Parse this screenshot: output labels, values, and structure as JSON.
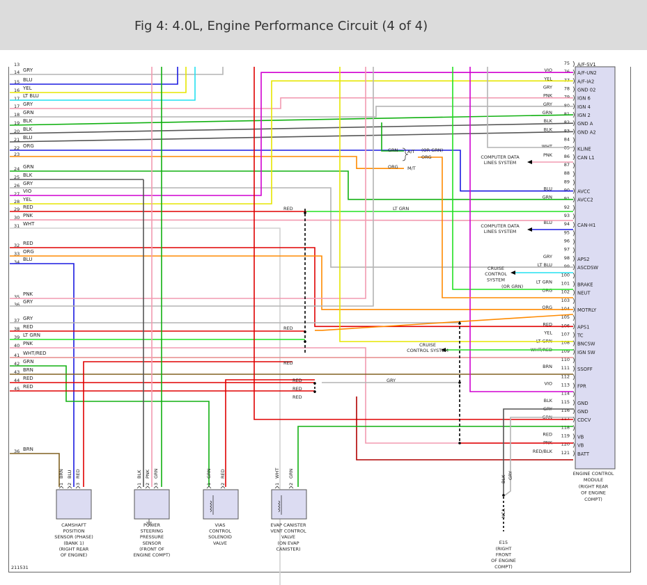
{
  "page_title": "Fig 4: 4.0L, Engine Performance Circuit (4 of 4)",
  "figure_id": "211531",
  "colors": {
    "RED": "#e00000",
    "BLU": "#1a1ae0",
    "YEL": "#e6e600",
    "LT BLU": "#22e0f0",
    "GRY": "#b4b4b4",
    "GRN": "#10b010",
    "LT GRN": "#20e020",
    "BLK": "#555555",
    "ORG": "#ff8a00",
    "PNK": "#f29ab0",
    "VIO": "#d000d0",
    "WHT": "#d2d2d2",
    "BRN": "#806020",
    "WHT/RED": "#e68a8a",
    "RED/BLK": "#b00000"
  },
  "left_wires": [
    {
      "pin": "13",
      "label": ""
    },
    {
      "pin": "14",
      "label": "GRY"
    },
    {
      "pin": "15",
      "label": "BLU"
    },
    {
      "pin": "16",
      "label": "YEL"
    },
    {
      "pin": "17",
      "label": "LT BLU"
    },
    {
      "pin": "17",
      "label": "GRY"
    },
    {
      "pin": "18",
      "label": "GRN"
    },
    {
      "pin": "19",
      "label": "BLK"
    },
    {
      "pin": "20",
      "label": "BLK"
    },
    {
      "pin": "21",
      "label": "BLU"
    },
    {
      "pin": "22",
      "label": "ORG"
    },
    {
      "pin": "23",
      "label": ""
    },
    {
      "pin": "24",
      "label": "GRN"
    },
    {
      "pin": "25",
      "label": "BLK"
    },
    {
      "pin": "26",
      "label": "GRY"
    },
    {
      "pin": "27",
      "label": "VIO"
    },
    {
      "pin": "28",
      "label": "YEL"
    },
    {
      "pin": "29",
      "label": "RED"
    },
    {
      "pin": "30",
      "label": "PNK"
    },
    {
      "pin": "31",
      "label": "WHT"
    },
    {
      "pin": "32",
      "label": "RED"
    },
    {
      "pin": "33",
      "label": "ORG"
    },
    {
      "pin": "34",
      "label": "BLU"
    },
    {
      "pin": "35",
      "label": "PNK"
    },
    {
      "pin": "36",
      "label": "GRY"
    },
    {
      "pin": "37",
      "label": "GRY"
    },
    {
      "pin": "38",
      "label": "RED"
    },
    {
      "pin": "39",
      "label": "LT GRN"
    },
    {
      "pin": "40",
      "label": "PNK"
    },
    {
      "pin": "41",
      "label": "WHT/RED"
    },
    {
      "pin": "42",
      "label": "GRN"
    },
    {
      "pin": "43",
      "label": "BRN"
    },
    {
      "pin": "44",
      "label": "RED"
    },
    {
      "pin": "45",
      "label": "RED"
    },
    {
      "pin": "36",
      "label": "BRN"
    }
  ],
  "ecm": {
    "pins": [
      {
        "num": "75",
        "color": "",
        "name": "A/F-SV1"
      },
      {
        "num": "76",
        "color": "VIO",
        "name": "A/F-UN2"
      },
      {
        "num": "77",
        "color": "YEL",
        "name": "A/F-IA2"
      },
      {
        "num": "78",
        "color": "GRY",
        "name": "GND 02"
      },
      {
        "num": "79",
        "color": "PNK",
        "name": "IGN 6"
      },
      {
        "num": "80",
        "color": "GRY",
        "name": "IGN 4"
      },
      {
        "num": "81",
        "color": "GRN",
        "name": "IGN 2"
      },
      {
        "num": "82",
        "color": "BLK",
        "name": "GND A"
      },
      {
        "num": "83",
        "color": "BLK",
        "name": "GND A2"
      },
      {
        "num": "84",
        "color": "",
        "name": ""
      },
      {
        "num": "85",
        "color": "WHT",
        "name": "KLINE"
      },
      {
        "num": "86",
        "color": "PNK",
        "name": "CAN L1"
      },
      {
        "num": "87",
        "color": "",
        "name": ""
      },
      {
        "num": "88",
        "color": "",
        "name": ""
      },
      {
        "num": "89",
        "color": "",
        "name": ""
      },
      {
        "num": "90",
        "color": "BLU",
        "name": "AVCC"
      },
      {
        "num": "91",
        "color": "GRN",
        "name": "AVCC2"
      },
      {
        "num": "92",
        "color": "",
        "name": ""
      },
      {
        "num": "93",
        "color": "",
        "name": ""
      },
      {
        "num": "94",
        "color": "BLU",
        "name": "CAN-H1"
      },
      {
        "num": "95",
        "color": "",
        "name": ""
      },
      {
        "num": "96",
        "color": "",
        "name": ""
      },
      {
        "num": "97",
        "color": "",
        "name": ""
      },
      {
        "num": "98",
        "color": "GRY",
        "name": "APS2"
      },
      {
        "num": "99",
        "color": "LT BLU",
        "name": "ASCDSW"
      },
      {
        "num": "100",
        "color": "",
        "name": ""
      },
      {
        "num": "101",
        "color": "LT GRN",
        "name": "BRAKE"
      },
      {
        "num": "102",
        "color": "ORG",
        "name": "NEUT"
      },
      {
        "num": "103",
        "color": "",
        "name": ""
      },
      {
        "num": "104",
        "color": "ORG",
        "name": "MOTRLY"
      },
      {
        "num": "105",
        "color": "",
        "name": ""
      },
      {
        "num": "106",
        "color": "RED",
        "name": "APS1"
      },
      {
        "num": "107",
        "color": "YEL",
        "name": "TC"
      },
      {
        "num": "108",
        "color": "LT GRN",
        "name": "BNCSW"
      },
      {
        "num": "109",
        "color": "WHT/RED",
        "name": "IGN SW"
      },
      {
        "num": "110",
        "color": "",
        "name": ""
      },
      {
        "num": "111",
        "color": "BRN",
        "name": "SSOFF"
      },
      {
        "num": "112",
        "color": "",
        "name": ""
      },
      {
        "num": "113",
        "color": "VIO",
        "name": "FPR"
      },
      {
        "num": "114",
        "color": "",
        "name": ""
      },
      {
        "num": "115",
        "color": "BLK",
        "name": "GND"
      },
      {
        "num": "116",
        "color": "GRY",
        "name": "GND"
      },
      {
        "num": "117",
        "color": "GRN",
        "name": "CDCV"
      },
      {
        "num": "118",
        "color": "",
        "name": ""
      },
      {
        "num": "119",
        "color": "RED",
        "name": "VB"
      },
      {
        "num": "120",
        "color": "PNK",
        "name": "VB"
      },
      {
        "num": "121",
        "color": "RED/BLK",
        "name": "BATT"
      }
    ],
    "caption": [
      "ENGINE CONTROL",
      "MODULE",
      "(RIGHT REAR",
      "OF ENGINE",
      "COMPT)"
    ]
  },
  "mid_labels": {
    "grn_at": "GRN",
    "at": "A/T",
    "or_grn": "(OR GRN)",
    "org1": "ORG",
    "org_mt": "ORG",
    "mt": "M/T",
    "red_splice": "RED",
    "lt_grn_mid": "LT GRN",
    "red_38": "RED",
    "red_42": "RED",
    "red_44": "RED",
    "red_45": "RED",
    "red_45b": "RED",
    "gry_mid": "GRY",
    "or_grn2": "(OR GRN)"
  },
  "ext_systems": [
    {
      "lines": [
        "COMPUTER DATA",
        "LINES SYSTEM"
      ]
    },
    {
      "lines": [
        "COMPUTER DATA",
        "LINES SYSTEM"
      ]
    },
    {
      "lines": [
        "CRUISE",
        "CONTROL",
        "SYSTEM"
      ]
    },
    {
      "lines": [
        "CRUISE",
        "CONTROL SYSTEM"
      ]
    }
  ],
  "components": [
    {
      "pins": [
        {
          "n": "1",
          "c": "BRN"
        },
        {
          "n": "2",
          "c": "BLU"
        },
        {
          "n": "3",
          "c": "RED"
        }
      ],
      "caption": [
        "CAMSHAFT",
        "POSITION",
        "SENSOR (PHASE)",
        "(BANK 1)",
        "(RIGHT REAR",
        "OF ENGINE)"
      ]
    },
    {
      "pins": [
        {
          "n": "1",
          "c": "BLK"
        },
        {
          "n": "2",
          "c": "PNK"
        },
        {
          "n": "3",
          "c": "GRN"
        }
      ],
      "caption": [
        "POWER",
        "STEERING",
        "PRESSURE",
        "SENSOR",
        "(FRONT OF",
        "ENGINE COMPT)"
      ]
    },
    {
      "pins": [
        {
          "n": "1",
          "c": "GRN"
        },
        {
          "n": "2",
          "c": "RED"
        }
      ],
      "caption": [
        "VIAS",
        "CONTROL",
        "SOLENOID",
        "VALVE"
      ]
    },
    {
      "pins": [
        {
          "n": "1",
          "c": "WHT"
        },
        {
          "n": "2",
          "c": "GRN"
        }
      ],
      "caption": [
        "EVAP CANISTER",
        "VENT CONTROL",
        "VALVE",
        "(ON EVAP",
        "CANISTER)"
      ]
    }
  ],
  "ground": {
    "wire1": "BLK",
    "wire2": "GRY",
    "nca": "NCA",
    "name": "E15",
    "caption": [
      "(RIGHT",
      "FRONT",
      "OF ENGINE",
      "COMPT)"
    ]
  }
}
